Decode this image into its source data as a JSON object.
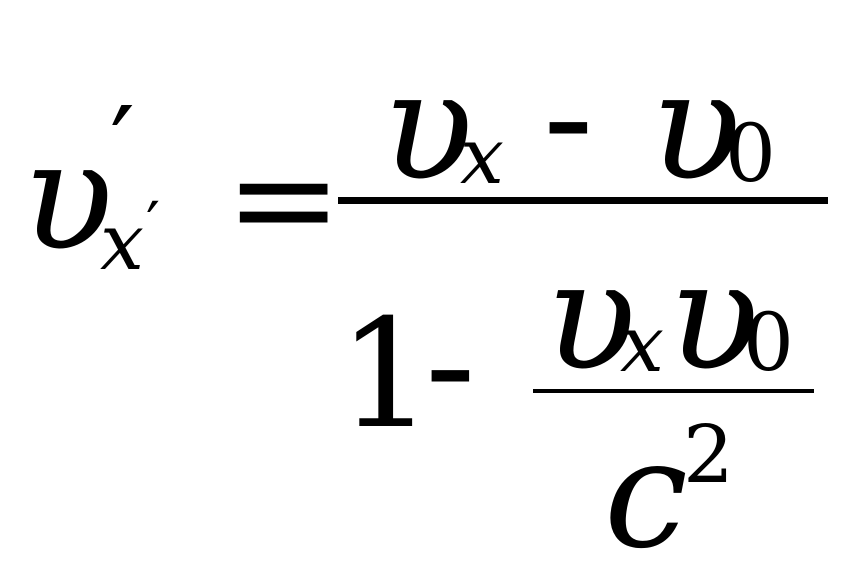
{
  "formula": {
    "lhs": {
      "symbol": "υ",
      "prime": "′",
      "subscript": "x",
      "subscript_prime": "′"
    },
    "equals": "=",
    "numerator": {
      "v1": "υ",
      "v1_sub": "x",
      "minus": "-",
      "v2": "υ",
      "v2_sub": "0"
    },
    "denominator": {
      "one": "1",
      "minus": "-",
      "inner_numerator": {
        "v1": "υ",
        "v1_sub": "x",
        "v2": "υ",
        "v2_sub": "0"
      },
      "inner_denominator": {
        "c": "c",
        "exponent": "2"
      }
    }
  },
  "colors": {
    "ink": "#000000",
    "background": "#ffffff"
  }
}
